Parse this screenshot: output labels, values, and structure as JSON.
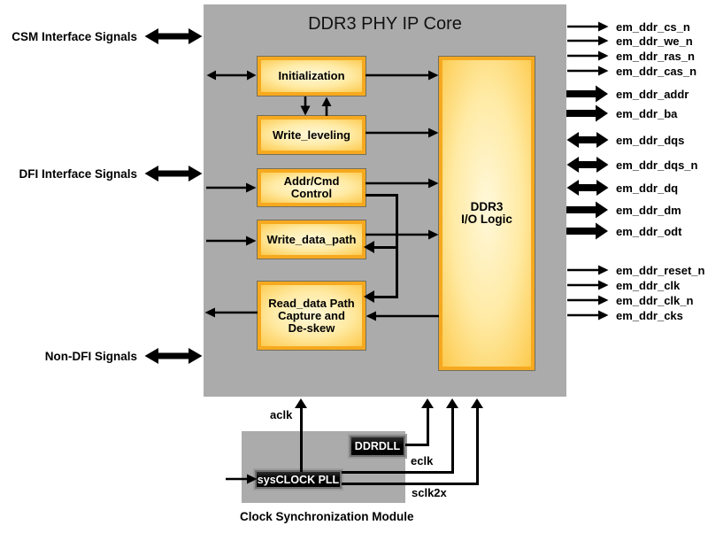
{
  "title": "DDR3 PHY IP Core",
  "left_signals": {
    "csm": "CSM Interface Signals",
    "dfi": "DFI Interface Signals",
    "non_dfi": "Non-DFI Signals"
  },
  "blocks": {
    "initialization": "Initialization",
    "write_leveling": "Write_leveling",
    "addr_cmd_line1": "Addr/Cmd",
    "addr_cmd_line2": "Control",
    "write_data_path": "Write_data_path",
    "read_data_line1": "Read_data Path",
    "read_data_line2": "Capture and",
    "read_data_line3": "De-skew",
    "io_logic_line1": "DDR3",
    "io_logic_line2": "I/O Logic"
  },
  "right_signals": [
    {
      "label": "em_ddr_cs_n",
      "direction": "out",
      "bus": false
    },
    {
      "label": "em_ddr_we_n",
      "direction": "out",
      "bus": false
    },
    {
      "label": "em_ddr_ras_n",
      "direction": "out",
      "bus": false
    },
    {
      "label": "em_ddr_cas_n",
      "direction": "out",
      "bus": false
    },
    {
      "label": "em_ddr_addr",
      "direction": "out",
      "bus": true
    },
    {
      "label": "em_ddr_ba",
      "direction": "out",
      "bus": true
    },
    {
      "label": "em_ddr_dqs",
      "direction": "bidir",
      "bus": true
    },
    {
      "label": "em_ddr_dqs_n",
      "direction": "bidir",
      "bus": true
    },
    {
      "label": "em_ddr_dq",
      "direction": "bidir",
      "bus": true
    },
    {
      "label": "em_ddr_dm",
      "direction": "out",
      "bus": true
    },
    {
      "label": "em_ddr_odt",
      "direction": "out",
      "bus": true
    },
    {
      "label": "em_ddr_reset_n",
      "direction": "out",
      "bus": false
    },
    {
      "label": "em_ddr_clk",
      "direction": "out",
      "bus": false
    },
    {
      "label": "em_ddr_clk_n",
      "direction": "out",
      "bus": false
    },
    {
      "label": "em_ddr_cks",
      "direction": "out",
      "bus": false
    }
  ],
  "clock_module": {
    "pll_label": "sysCLOCK PLL",
    "dll_label": "DDRDLL",
    "aclk_label": "aclk",
    "eclk_label": "eclk",
    "sclk2x_label": "sclk2x",
    "caption": "Clock Synchronization Module"
  },
  "colors": {
    "panel_gray": "#ABABAB",
    "block_border_orange": "#F6A91F",
    "block_fill_light": "#FFF8DA",
    "block_fill_dark": "#F7A705",
    "arrow_black": "#000000",
    "blackbox_fill": "#000000",
    "blackbox_text": "#FFFFFF"
  }
}
